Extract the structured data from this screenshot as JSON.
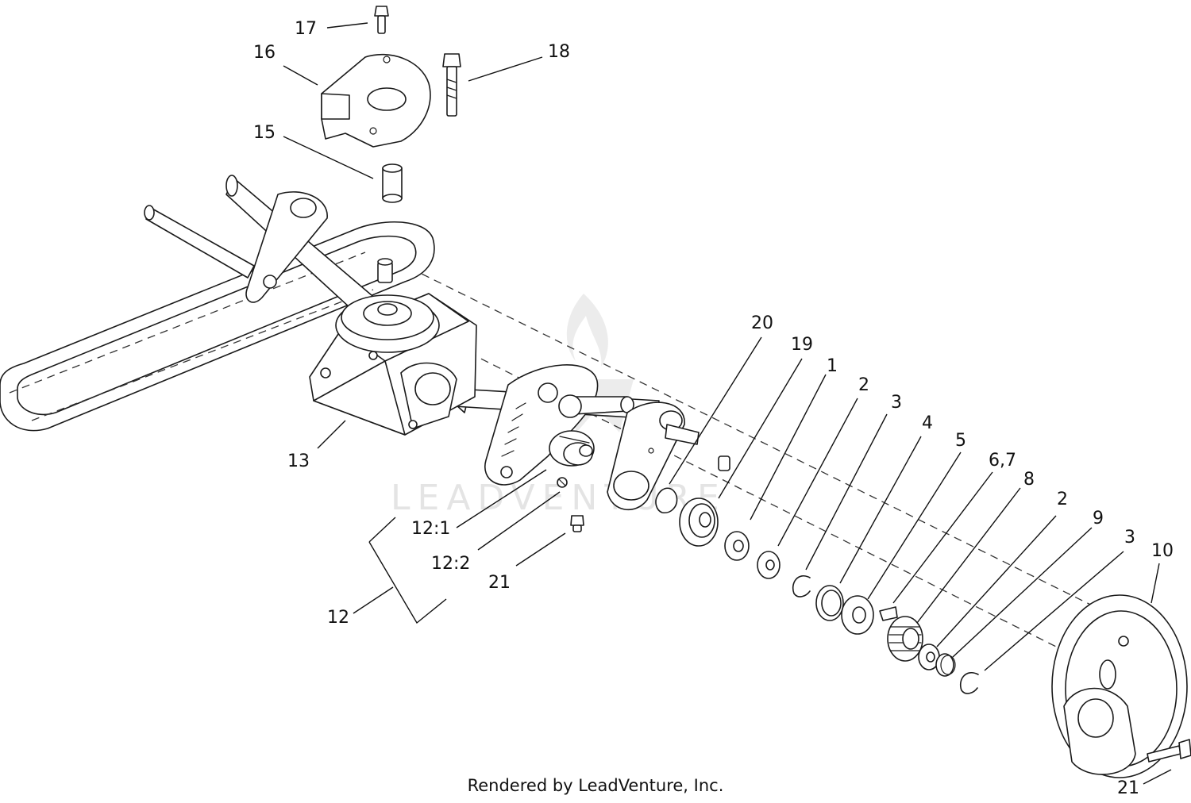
{
  "diagram": {
    "callouts": {
      "c1": "1",
      "c2a": "2",
      "c2b": "2",
      "c3a": "3",
      "c3b": "3",
      "c4": "4",
      "c5": "5",
      "c67": "6,7",
      "c8": "8",
      "c9": "9",
      "c10": "10",
      "c12": "12",
      "c12_1": "12:1",
      "c12_2": "12:2",
      "c13": "13",
      "c15": "15",
      "c16": "16",
      "c17": "17",
      "c18": "18",
      "c19": "19",
      "c20": "20",
      "c21a": "21",
      "c21b": "21"
    },
    "watermark": "LEADVENTURE",
    "credit": "Rendered by LeadVenture, Inc."
  },
  "colors": {
    "line": "#1a1a1a",
    "background": "#ffffff",
    "watermark": "#e4e4e4"
  }
}
